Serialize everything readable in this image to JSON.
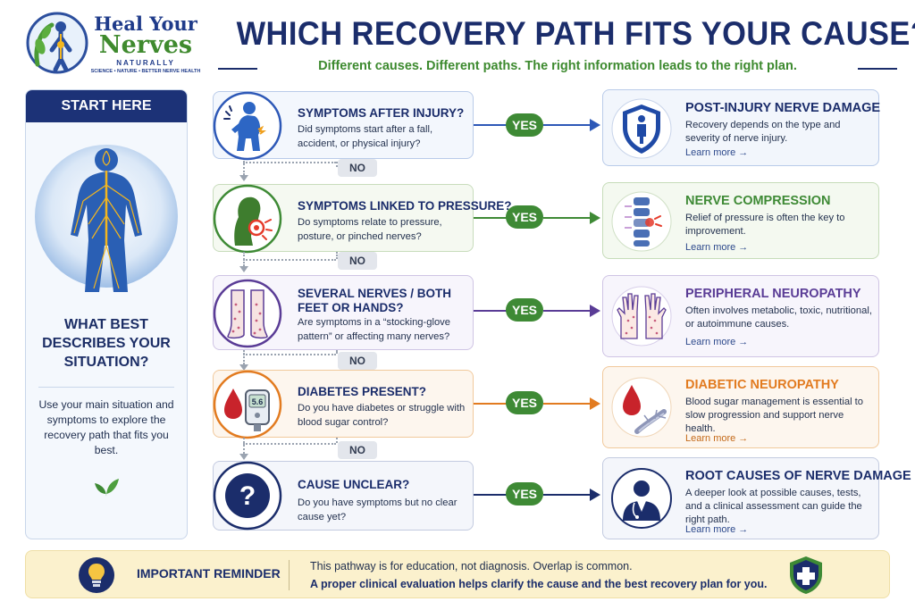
{
  "header": {
    "logo_line1": "Heal Your",
    "logo_line2": "Nerves",
    "logo_line3": "NATURALLY",
    "logo_line4": "SCIENCE • NATURE • BETTER NERVE HEALTH",
    "title": "WHICH RECOVERY PATH FITS YOUR CAUSE?",
    "subtitle": "Different causes. Different paths. The right information leads to the right plan."
  },
  "left_panel": {
    "heading": "START HERE",
    "prompt": "WHAT BEST DESCRIBES YOUR SITUATION?",
    "instructions": "Use your main situation and symptoms to explore the recovery path that fits you best.",
    "icon": "leaf-icon"
  },
  "connectors": {
    "yes_label": "YES",
    "no_label": "NO"
  },
  "questions": [
    {
      "title": "SYMPTOMS AFTER INJURY?",
      "text": "Did symptoms start after a fall, accident, or physical injury?",
      "icon": "injured-person-icon",
      "color": "#2d58b7"
    },
    {
      "title": "SYMPTOMS LINKED TO PRESSURE?",
      "text": "Do symptoms relate to pressure, posture, or pinched nerves?",
      "icon": "neck-pain-icon",
      "color": "#3e8a35"
    },
    {
      "title": "SEVERAL NERVES / BOTH FEET OR HANDS?",
      "text": "Are symptoms in a “stocking-glove pattern” or affecting many nerves?",
      "icon": "feet-icon",
      "color": "#5a3c96"
    },
    {
      "title": "DIABETES PRESENT?",
      "text": "Do you have diabetes or struggle with blood sugar control?",
      "icon": "glucose-meter-icon",
      "color": "#e27b20"
    },
    {
      "title": "CAUSE UNCLEAR?",
      "text": "Do you have symptoms but no clear cause yet?",
      "icon": "question-mark-icon",
      "color": "#1b2d6b"
    }
  ],
  "glucose_reading": "5.6",
  "results": [
    {
      "title": "POST-INJURY NERVE DAMAGE",
      "text": "Recovery depends on the type and severity of nerve injury.",
      "link": "Learn more →",
      "icon": "shield-person-icon",
      "color": "#1b2d6b"
    },
    {
      "title": "NERVE COMPRESSION",
      "text": "Relief of pressure is often the key to improvement.",
      "link": "Learn more →",
      "icon": "spine-icon",
      "color": "#3e8a35"
    },
    {
      "title": "PERIPHERAL NEUROPATHY",
      "text": "Often involves metabolic, toxic, nutritional, or autoimmune causes.",
      "link": "Learn more →",
      "icon": "hands-icon",
      "color": "#5a3c96"
    },
    {
      "title": "DIABETIC NEUROPATHY",
      "text": "Blood sugar management is essential to slow progression and support nerve health.",
      "link": "Learn more →",
      "icon": "blood-drop-nerve-icon",
      "color": "#e27b20"
    },
    {
      "title": "ROOT CAUSES OF NERVE DAMAGE",
      "text": "A deeper look at possible causes, tests, and a clinical assessment can guide the right path.",
      "link": "Learn more →",
      "icon": "doctor-icon",
      "color": "#1b2d6b"
    }
  ],
  "reminder": {
    "title": "IMPORTANT REMINDER",
    "line1": "This pathway is for education, not diagnosis. Overlap is common.",
    "line2": "A proper clinical evaluation helps clarify the cause and the best recovery plan for you.",
    "icons": [
      "lightbulb-icon",
      "medical-shield-icon"
    ]
  }
}
